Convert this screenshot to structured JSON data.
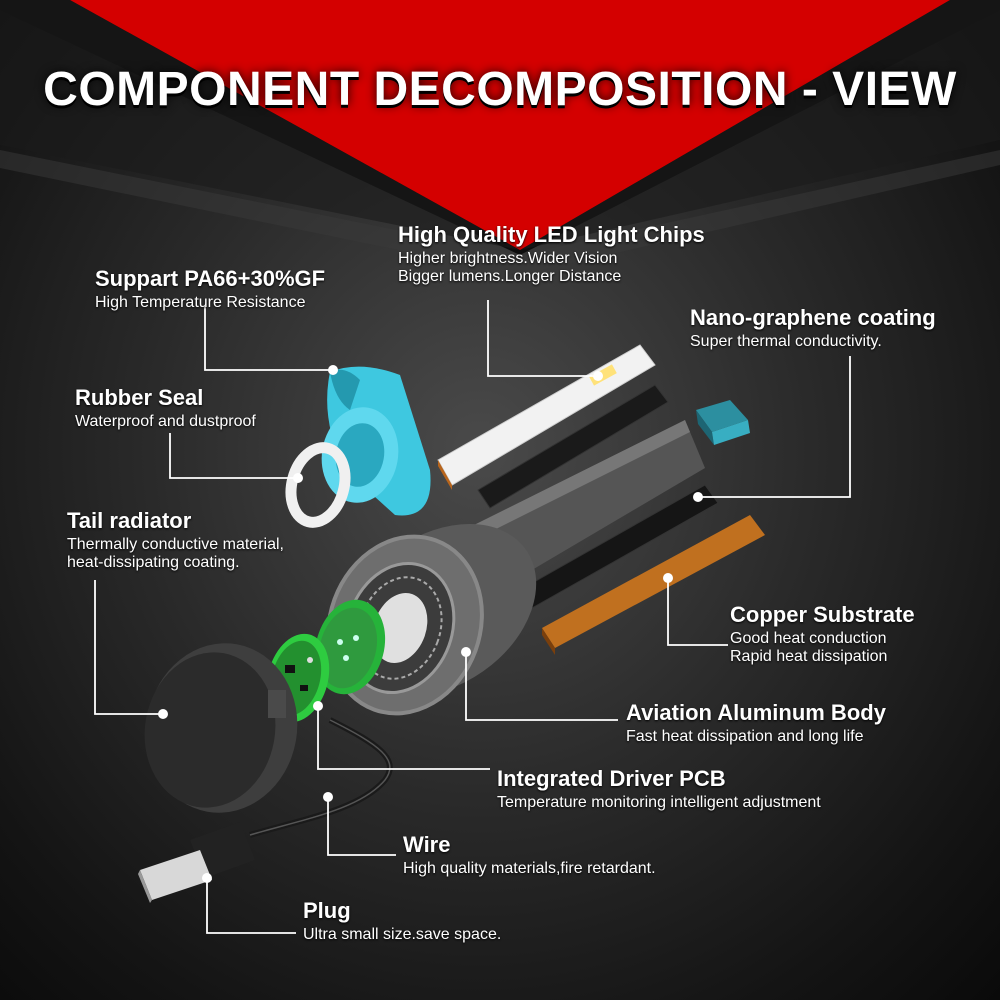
{
  "title": "COMPONENT DECOMPOSITION - VIEW",
  "colors": {
    "accent_red": "#d40000",
    "background": "#2a2a2a",
    "cap_cyan": "#3ec8e0",
    "pcb_green": "#2ecc40",
    "copper": "#b8651c",
    "text": "#ffffff"
  },
  "callouts": {
    "led_chips": {
      "heading": "High Quality LED Light Chips",
      "line1": "Higher brightness.Wider Vision",
      "line2": "Bigger lumens.Longer Distance"
    },
    "pa66": {
      "heading": "Suppart PA66+30%GF",
      "line1": "High Temperature Resistance"
    },
    "nano": {
      "heading": "Nano-graphene coating",
      "line1": "Super thermal conductivity."
    },
    "rubber": {
      "heading": "Rubber Seal",
      "line1": "Waterproof and dustproof"
    },
    "tail": {
      "heading": "Tail radiator",
      "line1": "Thermally conductive material,",
      "line2": "heat-dissipating coating."
    },
    "copper": {
      "heading": "Copper Substrate",
      "line1": "Good heat conduction",
      "line2": "Rapid heat dissipation"
    },
    "aluminum": {
      "heading": "Aviation Aluminum Body",
      "line1": "Fast heat dissipation and long life"
    },
    "pcb": {
      "heading": "Integrated Driver PCB",
      "line1": "Temperature monitoring intelligent adjustment"
    },
    "wire": {
      "heading": "Wire",
      "line1": "High quality materials,fire retardant."
    },
    "plug": {
      "heading": "Plug",
      "line1": "Ultra small size.save space."
    }
  }
}
